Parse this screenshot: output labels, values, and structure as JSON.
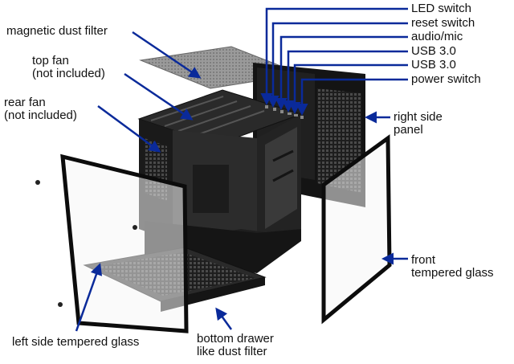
{
  "colors": {
    "arrow": "#0a2a9a",
    "metal": "#1b1b1b",
    "glass_edge": "#0c0c0c"
  },
  "labels": {
    "magnetic_dust_filter": "magnetic dust filter",
    "top_fan_line1": "top fan",
    "top_fan_line2": "(not included)",
    "rear_fan_line1": "rear fan",
    "rear_fan_line2": "(not included)",
    "led_switch": "LED switch",
    "reset_switch": "reset switch",
    "audio_mic": "audio/mic",
    "usb_1": "USB 3.0",
    "usb_2": "USB 3.0",
    "power_switch": "power switch",
    "right_panel_line1": "right side",
    "right_panel_line2": "panel",
    "front_glass_line1": "front",
    "front_glass_line2": "tempered glass",
    "left_glass": "left side tempered glass",
    "drawer_line1": "bottom drawer",
    "drawer_line2": "like dust filter"
  }
}
